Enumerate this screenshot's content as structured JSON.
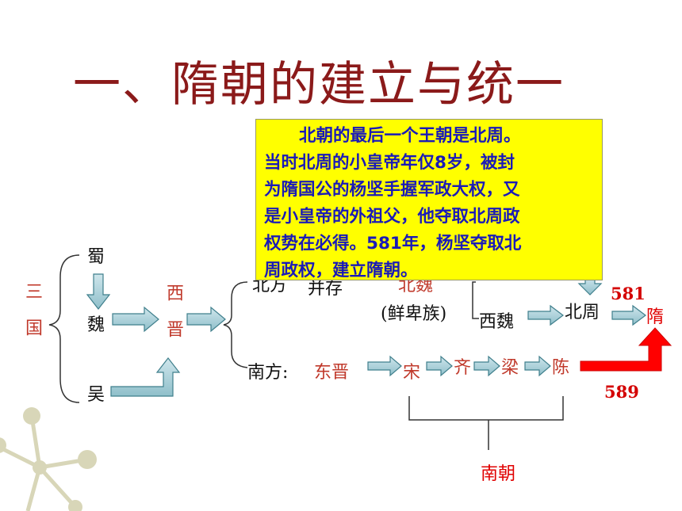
{
  "title": "一、隋朝的建立与统一",
  "callout": {
    "lines": [
      "北朝的最后一个王朝是北周。",
      "当时北周的小皇帝年仅8岁，被封",
      "为隋国公的杨坚手握军政大权，又",
      "是小皇帝的外祖父，他夺取北周政",
      "权势在必得。581年，杨坚夺取北",
      "周政权，建立隋朝。"
    ]
  },
  "diagram": {
    "three_kingdoms": "三国",
    "shu": "蜀",
    "wei": "魏",
    "wu": "吴",
    "western_jin": "西晋",
    "north_label_partial": "北方",
    "coexist_partial": "并存",
    "northern_wei_partial": "北魏",
    "xianbei": "(鲜卑族)",
    "western_wei": "西魏",
    "northern_zhou": "北周",
    "year_581": "581",
    "sui": "隋",
    "year_589": "589",
    "south_label": "南方:",
    "eastern_jin": "东晋",
    "song": "宋",
    "qi": "齐",
    "liang": "梁",
    "chen": "陈",
    "southern_dynasties": "南朝"
  },
  "colors": {
    "title": "#8b1a1a",
    "callout_bg": "#ffff00",
    "callout_text": "#1a1ab8",
    "dynasty_red": "#c0392b",
    "arrow_fill": "#a6cdd6",
    "arrow_stroke": "#3f7f8c",
    "big_arrow": "#ff0000",
    "ornament": "#d8d6b8"
  }
}
